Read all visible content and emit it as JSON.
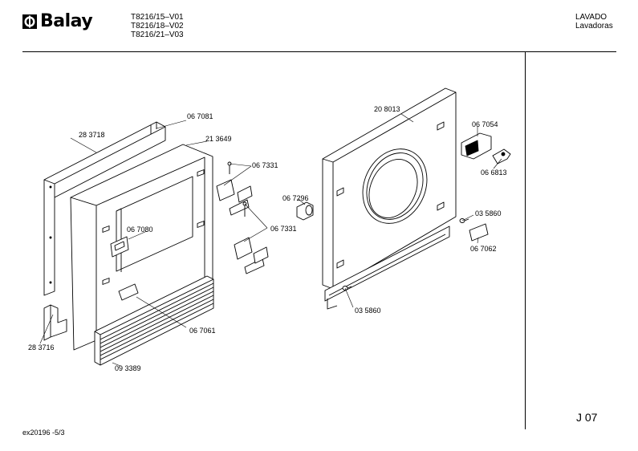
{
  "header": {
    "brand": "Balay",
    "models": [
      "T8216/15–V01",
      "T8216/18–V02",
      "T8216/21–V03"
    ],
    "category": [
      "LAVADO",
      "Lavadoras"
    ]
  },
  "parts": {
    "p283718": "28 3718",
    "p067081": "06 7081",
    "p213649": "21 3649",
    "p067331a": "06 7331",
    "p067296": "06 7296",
    "p208013": "20 8013",
    "p067054": "06 7054",
    "p066813": "06 6813",
    "p035860a": "03 5860",
    "p067062": "06 7062",
    "p067080": "06 7080",
    "p067331b": "06 7331",
    "p035860b": "03 5860",
    "p067061": "06 7061",
    "p283716": "28 3716",
    "p093389": "09 3389"
  },
  "footer": {
    "page_code": "J 07",
    "diagram_code": "ex20196 -5/3"
  }
}
